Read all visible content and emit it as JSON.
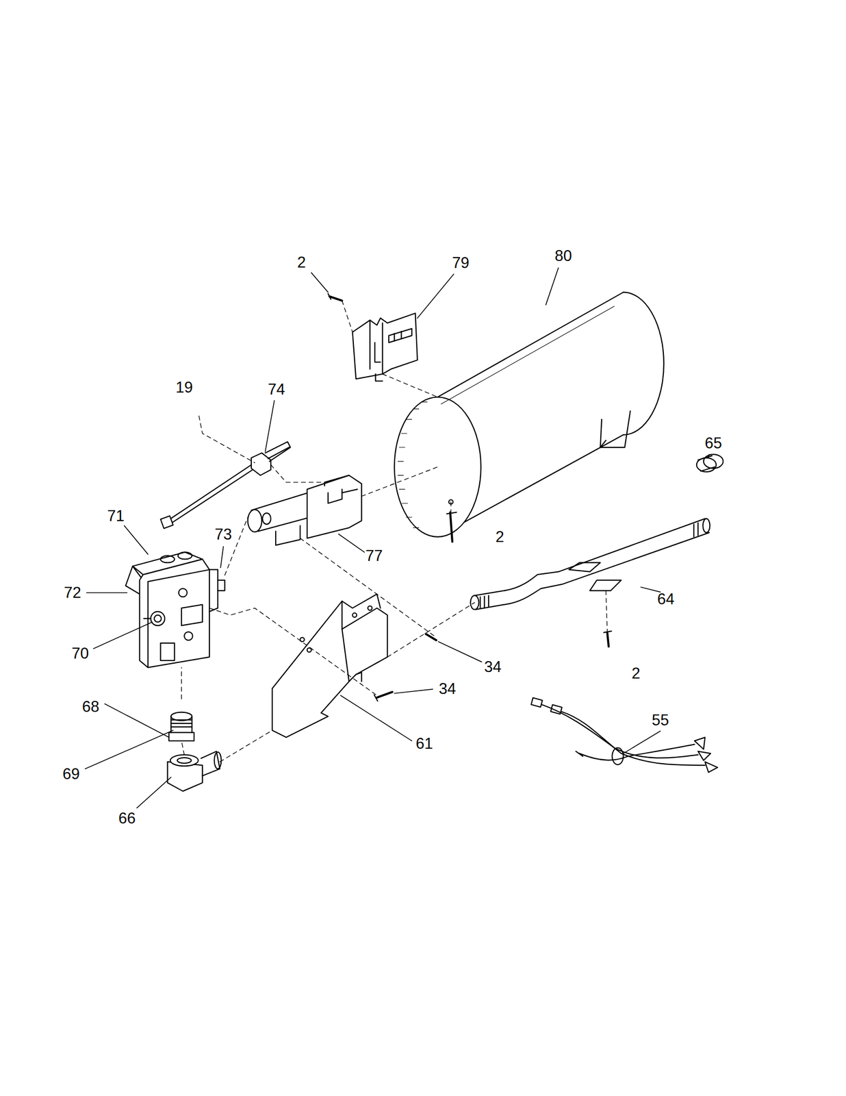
{
  "diagram": {
    "labels": [
      "2",
      "79",
      "80",
      "19",
      "74",
      "71",
      "73",
      "2",
      "77",
      "65",
      "72",
      "64",
      "70",
      "34",
      "2",
      "34",
      "68",
      "55",
      "61",
      "69",
      "66"
    ]
  }
}
